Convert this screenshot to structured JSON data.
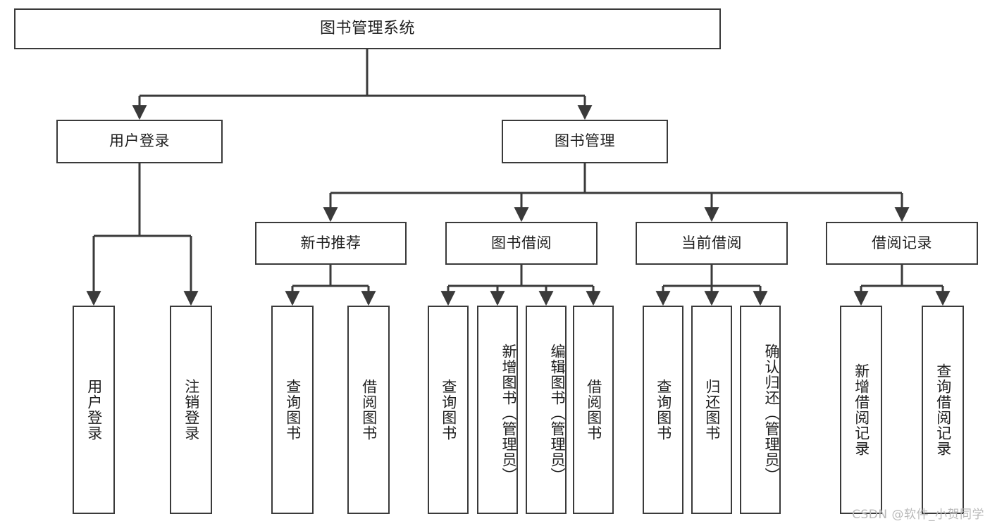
{
  "diagram": {
    "type": "tree-hierarchy",
    "title": "图书管理系统",
    "orientation": "top-down",
    "colors": {
      "box_border": "#3a3a3a",
      "box_fill": "#ffffff",
      "edge": "#3a3a3a",
      "text": "#1f1f1f",
      "watermark": "#b9b9b9",
      "background": "#ffffff"
    },
    "root": {
      "label": "图书管理系统"
    },
    "level1": [
      {
        "id": "user-login",
        "label": "用户登录"
      },
      {
        "id": "book-manage",
        "label": "图书管理"
      }
    ],
    "level2": [
      {
        "id": "new-book-recommend",
        "label": "新书推荐",
        "parent": "book-manage"
      },
      {
        "id": "book-borrow",
        "label": "图书借阅",
        "parent": "book-manage"
      },
      {
        "id": "current-borrow",
        "label": "当前借阅",
        "parent": "book-manage"
      },
      {
        "id": "borrow-record",
        "label": "借阅记录",
        "parent": "book-manage"
      }
    ],
    "leaves": {
      "user_login": [
        {
          "id": "leaf-user-login",
          "label": "用户登录"
        },
        {
          "id": "leaf-logout",
          "label": "注销登录"
        }
      ],
      "new_book_recommend": [
        {
          "id": "leaf-query-book-1",
          "label": "查询图书"
        },
        {
          "id": "leaf-borrow-book-1",
          "label": "借阅图书"
        }
      ],
      "book_borrow": [
        {
          "id": "leaf-query-book-2",
          "label": "查询图书"
        },
        {
          "id": "leaf-add-book",
          "label": "新增图书（管理员）"
        },
        {
          "id": "leaf-edit-book",
          "label": "编辑图书（管理员）"
        },
        {
          "id": "leaf-borrow-book-2",
          "label": "借阅图书"
        }
      ],
      "current_borrow": [
        {
          "id": "leaf-query-book-3",
          "label": "查询图书"
        },
        {
          "id": "leaf-return-book",
          "label": "归还图书"
        },
        {
          "id": "leaf-confirm-return",
          "label": "确认归还（管理员）"
        }
      ],
      "borrow_record": [
        {
          "id": "leaf-add-record",
          "label": "新增借阅记录"
        },
        {
          "id": "leaf-query-record",
          "label": "查询借阅记录"
        }
      ]
    }
  },
  "watermark": {
    "text": "CSDN @软件_小贺同学"
  }
}
